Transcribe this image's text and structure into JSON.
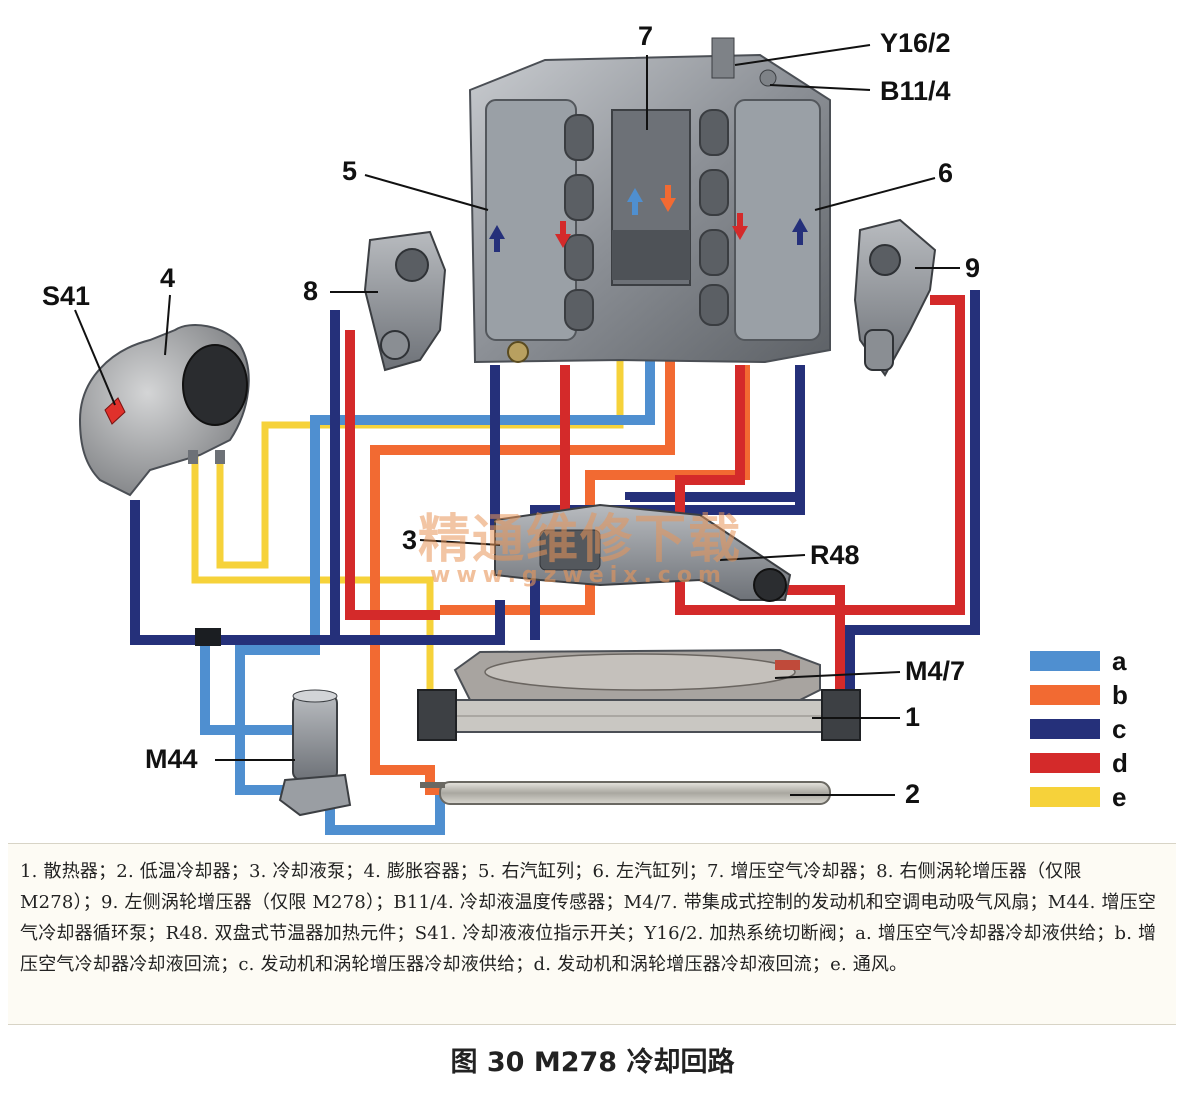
{
  "labels": {
    "n7": "7",
    "y16_2": "Y16/2",
    "b11_4": "B11/4",
    "n5": "5",
    "n6": "6",
    "n4": "4",
    "s41": "S41",
    "n8": "8",
    "n9": "9",
    "n3": "3",
    "r48": "R48",
    "m4_7": "M4/7",
    "n1": "1",
    "m44": "M44",
    "n2": "2"
  },
  "legend": [
    {
      "key": "a",
      "color": "#4f8fd0"
    },
    {
      "key": "b",
      "color": "#f26a32"
    },
    {
      "key": "c",
      "color": "#25307a"
    },
    {
      "key": "d",
      "color": "#d42a2a"
    },
    {
      "key": "e",
      "color": "#f6d23a"
    }
  ],
  "watermark": {
    "cn": "精通维修下载",
    "url": "www.gzweix.com"
  },
  "caption": "1. 散热器；2. 低温冷却器；3. 冷却液泵；4. 膨胀容器；5. 右汽缸列；6. 左汽缸列；7. 增压空气冷却器；8. 右侧涡轮增压器（仅限 M278）；9. 左侧涡轮增压器（仅限 M278）；B11/4. 冷却液温度传感器；M4/7. 带集成式控制的发动机和空调电动吸气风扇；M44. 增压空气冷却器循环泵；R48. 双盘式节温器加热元件；S41. 冷却液液位指示开关；Y16/2. 加热系统切断阀；a. 增压空气冷却器冷却液供给；b. 增压空气冷却器冷却液回流；c. 发动机和涡轮增压器冷却液供给；d. 发动机和涡轮增压器冷却液回流；e. 通风。",
  "figure_title": "图 30 M278 冷却回路"
}
